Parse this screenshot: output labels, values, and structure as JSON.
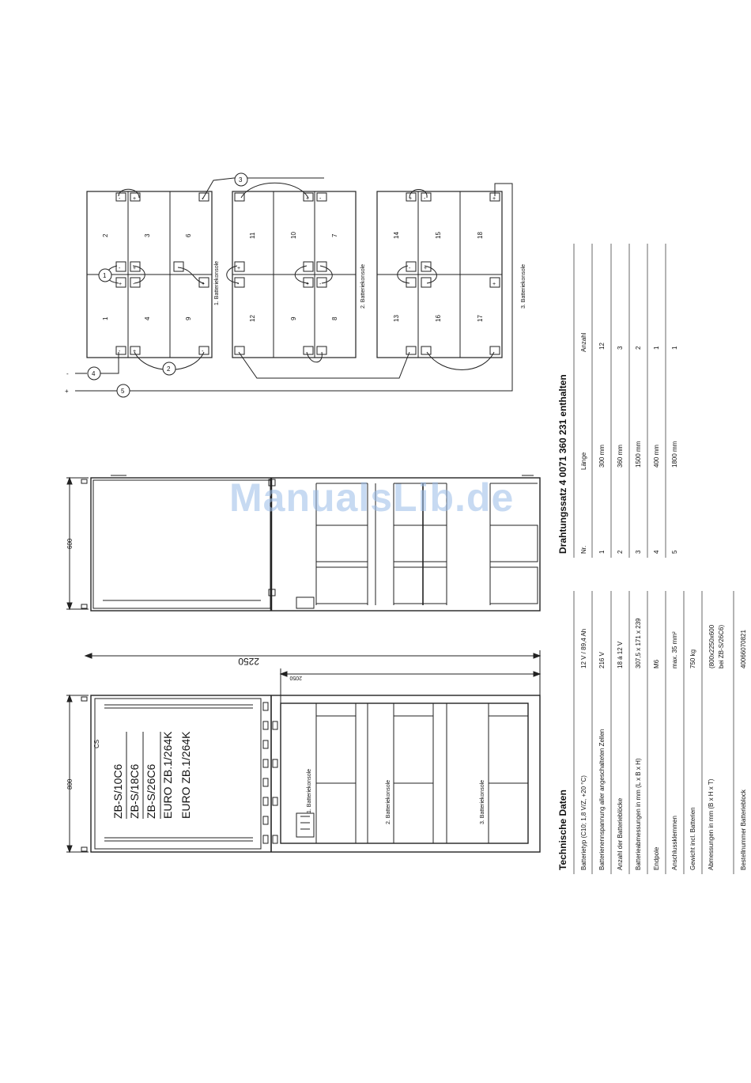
{
  "watermark": "ManualsLib.de",
  "wiring_diagram": {
    "consoles": [
      {
        "label": "1. Batteriekonsole",
        "batteries": [
          "2",
          "3",
          "6",
          "1",
          "4",
          "9"
        ]
      },
      {
        "label": "2. Batteriekonsole",
        "batteries": [
          "11",
          "10",
          "7",
          "12",
          "9",
          "8"
        ]
      },
      {
        "label": "3. Batteriekonsole",
        "batteries": [
          "14",
          "15",
          "18",
          "13",
          "16",
          "17"
        ]
      }
    ],
    "callouts": [
      "1",
      "2",
      "3",
      "4",
      "5"
    ],
    "minus_sign": "-",
    "plus_sign": "+",
    "term_plus": "+",
    "term_minus": "-"
  },
  "cabinet_side": {
    "dimension": "600"
  },
  "cabinet_front": {
    "dimension_height": "800",
    "dimension_total": "2250",
    "dimension_inner": "2050",
    "cs_label": "CS",
    "models": [
      "ZB-S/10C6",
      "ZB-S/18C6",
      "ZB-S/26C6",
      "EURO ZB.1/264K",
      "EURO ZB.1/264K"
    ],
    "consoles": [
      "1. Batteriekonsole",
      "2. Batteriekonsole",
      "3. Batteriekonsole"
    ]
  },
  "technische_daten": {
    "title": "Technische Daten",
    "rows": [
      {
        "label": "Batterietyp (C10; 1,8 V/Z, +20 °C)",
        "value": "12 V / 89,4 Ah"
      },
      {
        "label": "Batterienennspannung aller angeschalteten Zellen",
        "value": "216 V"
      },
      {
        "label": "Anzahl der Batterieblöcke",
        "value": "18 á 12 V"
      },
      {
        "label": "Batterieabmessungen in mm (L x B x H)",
        "value": "307,5 x 171 x 239"
      },
      {
        "label": "Endpole",
        "value": "M6"
      },
      {
        "label": "Anschlussklemmen",
        "value": "max. 35 mm²"
      },
      {
        "label": "Gewicht incl. Batterien",
        "value": "750 kg"
      },
      {
        "label": "Abmessungen in mm (B x H x T)",
        "value": "(800x2250x600",
        "value2": "bei ZB-S/26C6)"
      },
      {
        "label": "Bestellnummer Batterieblock",
        "value": "40066070821"
      }
    ]
  },
  "drahtungssatz": {
    "title": "Drahtungssatz 4 0071 360 231 enthalten",
    "headers": [
      "Nr.",
      "Länge",
      "Anzahl"
    ],
    "rows": [
      {
        "nr": "1",
        "laenge": "300 mm",
        "anzahl": "12"
      },
      {
        "nr": "2",
        "laenge": "360 mm",
        "anzahl": "3"
      },
      {
        "nr": "3",
        "laenge": "1500 mm",
        "anzahl": "2"
      },
      {
        "nr": "4",
        "laenge": "400 mm",
        "anzahl": "1"
      },
      {
        "nr": "5",
        "laenge": "1800 mm",
        "anzahl": "1"
      }
    ]
  }
}
